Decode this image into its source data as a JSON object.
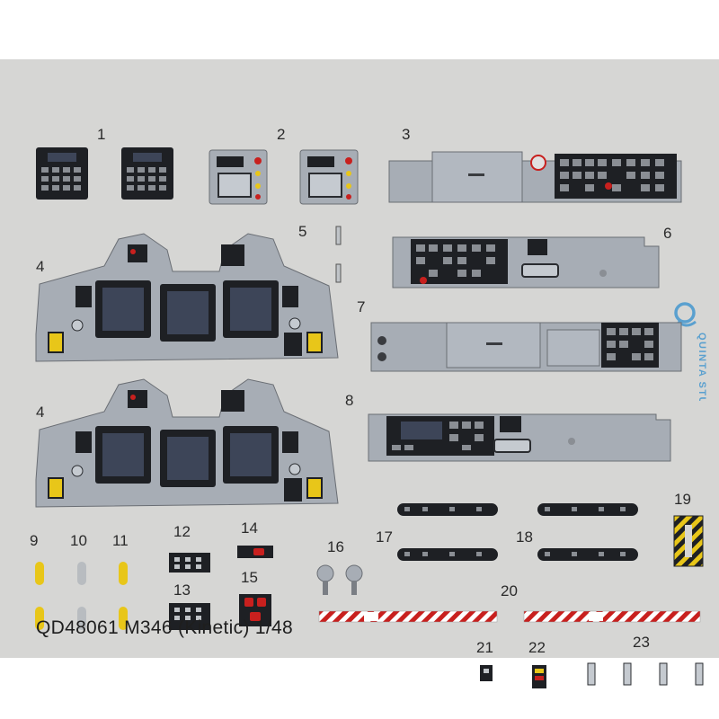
{
  "sheet": {
    "footer_text": "QD48061 M346 (Kinetic) 1/48",
    "brand_text": "QUINTA STUDIO",
    "colors": {
      "sheet_background": "#d6d6d4",
      "panel_grey": "#a7adb5",
      "panel_dark": "#1e2024",
      "mfd_glass": "#3d4558",
      "warning_yellow": "#e8c619",
      "warning_red": "#c8201e",
      "brand_blue": "#5aa0cf"
    },
    "part_numbers": [
      "1",
      "2",
      "3",
      "4",
      "5",
      "6",
      "7",
      "8",
      "4",
      "9",
      "10",
      "11",
      "12",
      "13",
      "14",
      "15",
      "16",
      "17",
      "18",
      "19",
      "20",
      "21",
      "22",
      "23"
    ]
  }
}
